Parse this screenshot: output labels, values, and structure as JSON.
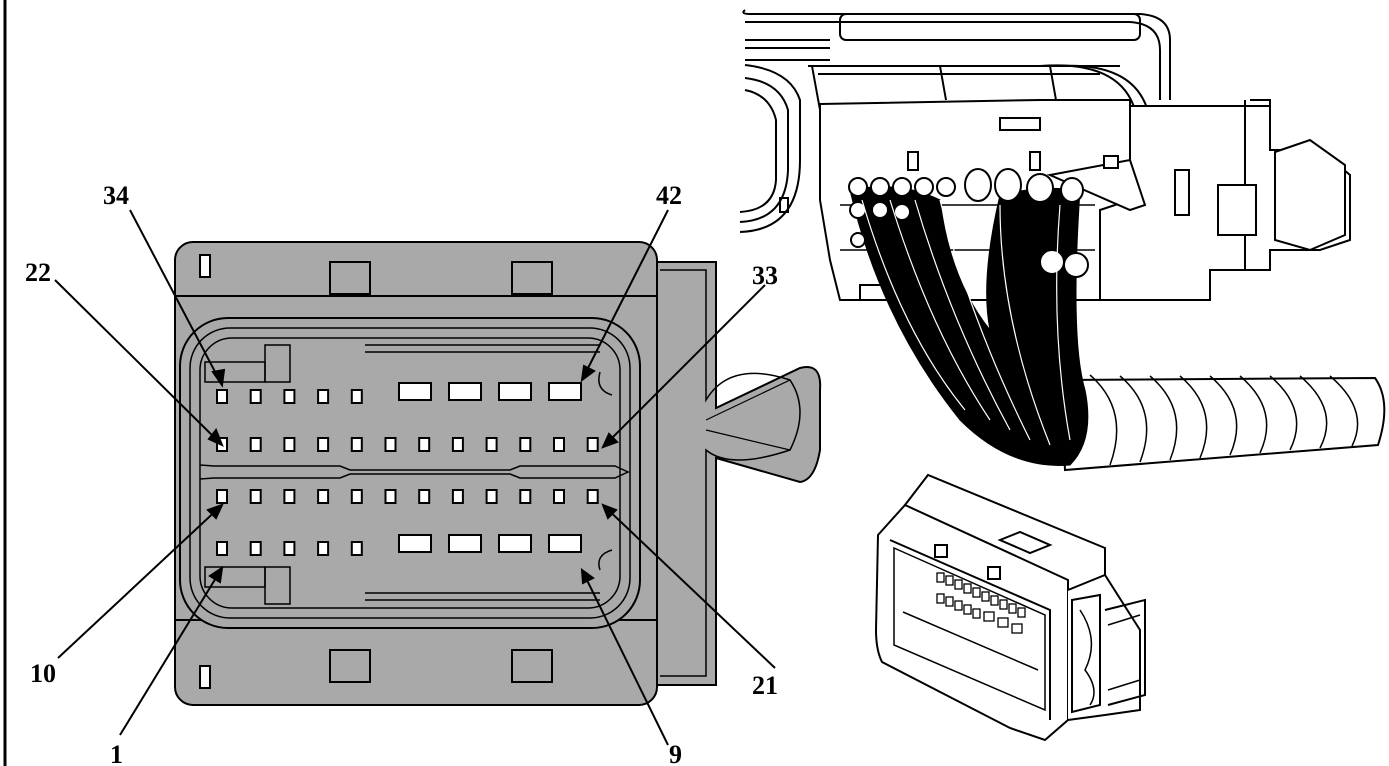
{
  "diagram": {
    "type": "connector-pinout",
    "colors": {
      "connector_body": "#a9a9a9",
      "connector_outline": "#000000",
      "cavity_fill": "#ffffff",
      "wire": "#000000",
      "background": "#ffffff"
    },
    "pin_labels": [
      {
        "id": "34",
        "text": "34"
      },
      {
        "id": "42",
        "text": "42"
      },
      {
        "id": "22",
        "text": "22"
      },
      {
        "id": "33",
        "text": "33"
      },
      {
        "id": "10",
        "text": "10"
      },
      {
        "id": "21",
        "text": "21"
      },
      {
        "id": "1",
        "text": "1"
      },
      {
        "id": "9",
        "text": "9"
      }
    ],
    "pin_rows": [
      {
        "row": "row-34-42",
        "small_pins": 5,
        "large_pins": 4
      },
      {
        "row": "row-22-33",
        "small_pins": 12,
        "large_pins": 0
      },
      {
        "row": "row-10-21",
        "small_pins": 12,
        "large_pins": 0
      },
      {
        "row": "row-1-9",
        "small_pins": 5,
        "large_pins": 4
      }
    ],
    "illustrations": [
      "harness-connector-view",
      "connector-isometric-view"
    ]
  }
}
